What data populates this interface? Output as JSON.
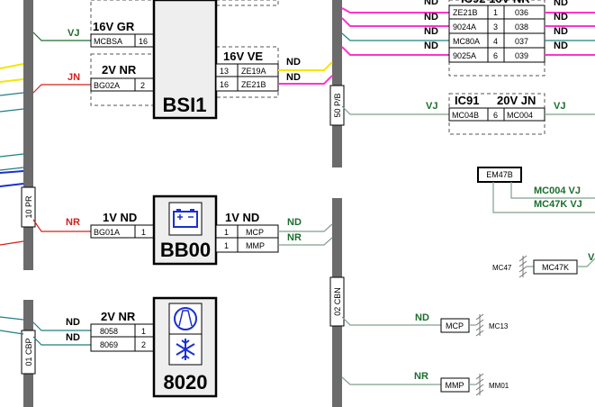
{
  "bars": {
    "left_main": "10 PR",
    "mid_top": "50 P/B",
    "mid_bottom": "02 CBN",
    "left_bottom": "01 CBP"
  },
  "bsi1": {
    "title": "BSI1",
    "left_wires": [
      {
        "label": "VJ",
        "color": "#1a6e2e"
      },
      {
        "label": "JN",
        "color": "#d0201a"
      }
    ],
    "left_conn1": {
      "header": "16V GR",
      "rows": [
        [
          "MCBSA",
          "16"
        ]
      ]
    },
    "left_conn2": {
      "header": "2V NR",
      "rows": [
        [
          "BG02A",
          "2"
        ]
      ]
    },
    "right_conn": {
      "header": "16V VE",
      "rows": [
        [
          "13",
          "ZE19A"
        ],
        [
          "16",
          "ZE21B"
        ]
      ]
    },
    "right_wires": [
      {
        "label": "ND",
        "color": "#000000"
      },
      {
        "label": "ND",
        "color": "#000000"
      }
    ]
  },
  "top_right_table": {
    "wire_labels": [
      "ND",
      "ND",
      "ND",
      "ND"
    ],
    "rows": [
      [
        "ZE21B",
        "1",
        "036"
      ],
      [
        "9024A",
        "3",
        "038"
      ],
      [
        "MC80A",
        "4",
        "037"
      ],
      [
        "9025A",
        "6",
        "039"
      ]
    ],
    "right_labels": [
      "ND",
      "ND",
      "ND",
      "ND"
    ]
  },
  "ic91": {
    "header_left": "IC91",
    "header_right": "20V JN",
    "left_wire": "VJ",
    "right_wire": "VJ",
    "cells": [
      "MC04B",
      "6",
      "MC004"
    ]
  },
  "em47b": {
    "label": "EM47B",
    "lines": [
      "MC004 VJ",
      "MC47K VJ"
    ]
  },
  "bb00": {
    "title": "BB00",
    "left_wire": "NR",
    "left_conn": {
      "header": "1V ND",
      "rows": [
        [
          "BG01A",
          "1"
        ]
      ]
    },
    "right_conn": {
      "header": "1V ND",
      "rows": [
        [
          "1",
          "MCP"
        ],
        [
          "1",
          "MMP"
        ]
      ]
    },
    "right_wires": [
      {
        "label": "ND",
        "color": "#1a6e2e"
      },
      {
        "label": "NR",
        "color": "#1a6e2e"
      }
    ]
  },
  "mc47": {
    "ground": "MC47",
    "box": "MC47K",
    "edge": "V"
  },
  "mc13": {
    "wire": "ND",
    "box": "MCP",
    "ground": "MC13"
  },
  "mm01": {
    "wire": "NR",
    "box": "MMP",
    "ground": "MM01"
  },
  "c8020": {
    "title": "8020",
    "wires": [
      "ND",
      "ND"
    ],
    "conn": {
      "header": "2V NR",
      "rows": [
        [
          "8058",
          "1"
        ],
        [
          "8069",
          "2"
        ]
      ]
    }
  },
  "colors": {
    "bar": "#6b6b6b",
    "green": "#1a6e2e",
    "red": "#d0201a",
    "pink": "#ff33cc",
    "yellow": "#f5e600",
    "blue": "#1a2fd0",
    "teal": "#1f7f7f",
    "gray_wire": "#7fa08a"
  }
}
